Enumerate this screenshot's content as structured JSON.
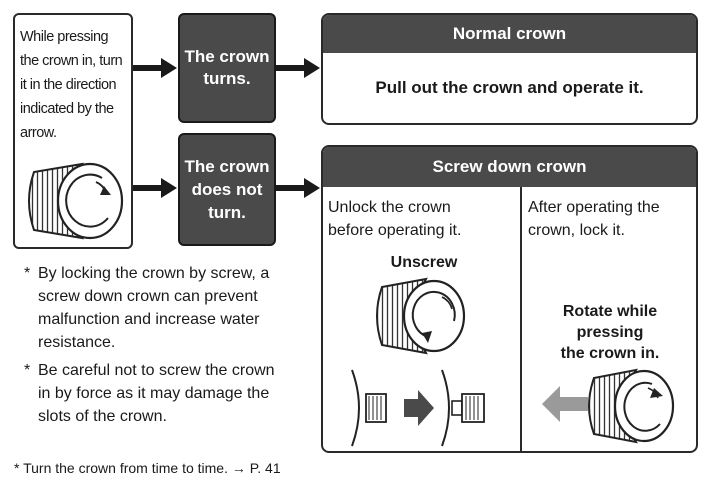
{
  "instruction": {
    "lines": [
      "While pressing",
      "the crown in, turn",
      "it in the direction",
      "indicated by the",
      "arrow."
    ]
  },
  "boxes": {
    "turns": [
      "The crown",
      "turns."
    ],
    "not_turn": [
      "The crown",
      "does not",
      "turn."
    ]
  },
  "normal": {
    "title": "Normal crown",
    "body": "Pull out the crown and operate it."
  },
  "screw": {
    "title": "Screw down crown",
    "left_text": [
      "Unlock the crown",
      "before operating it."
    ],
    "right_text": [
      "After operating the",
      "crown, lock it."
    ],
    "unscrew_label": "Unscrew",
    "rotate_label": [
      "Rotate while",
      "pressing",
      "the crown in."
    ]
  },
  "notes": {
    "star": "*",
    "note1": [
      "By locking the crown by screw, a",
      "screw down crown can prevent",
      "malfunction and increase water",
      "resistance."
    ],
    "note2": [
      "Be careful not to screw the crown",
      "in by force as it may damage the",
      "slots of the crown."
    ],
    "footer": "Turn the crown from time to time. → P. 41"
  },
  "colors": {
    "dark_fill": "#4a4a4a",
    "border": "#2a2a2a",
    "arrow_gray": "#7a7a7a",
    "arrow_light": "#9a9a9a"
  }
}
